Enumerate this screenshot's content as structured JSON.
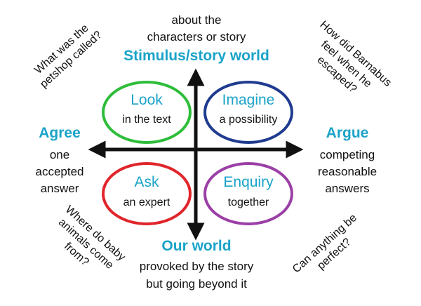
{
  "colors": {
    "teal": "#1aa3c8",
    "green": "#2ebd3a",
    "navy": "#1f3b8f",
    "red": "#e0252b",
    "purple": "#9b3fa6",
    "axis": "#111111"
  },
  "top": {
    "line1": "about the",
    "line2": "characters or story",
    "title": "Stimulus/story world"
  },
  "bottom": {
    "title": "Our world",
    "line1": "provoked by the story",
    "line2": "but going beyond it"
  },
  "left": {
    "title": "Agree",
    "line1": "one",
    "line2": "accepted",
    "line3": "answer"
  },
  "right": {
    "title": "Argue",
    "line1": "competing",
    "line2": "reasonable",
    "line3": "answers"
  },
  "quadrants": {
    "look": {
      "title": "Look",
      "sub": "in the text"
    },
    "imagine": {
      "title": "Imagine",
      "sub": "a possibility"
    },
    "ask": {
      "title": "Ask",
      "sub": "an expert"
    },
    "enquiry": {
      "title": "Enquiry",
      "sub": "together"
    }
  },
  "questions": {
    "top_left": {
      "line1": "What was the",
      "line2": "petshop called?"
    },
    "top_right": {
      "line1": "How did Barnabus",
      "line2": "feel when he",
      "line3": "escaped?"
    },
    "bottom_left": {
      "line1": "Where do baby",
      "line2": "animals come",
      "line3": "from?"
    },
    "bottom_right": {
      "line1": "Can anything be",
      "line2": "perfect?"
    }
  }
}
